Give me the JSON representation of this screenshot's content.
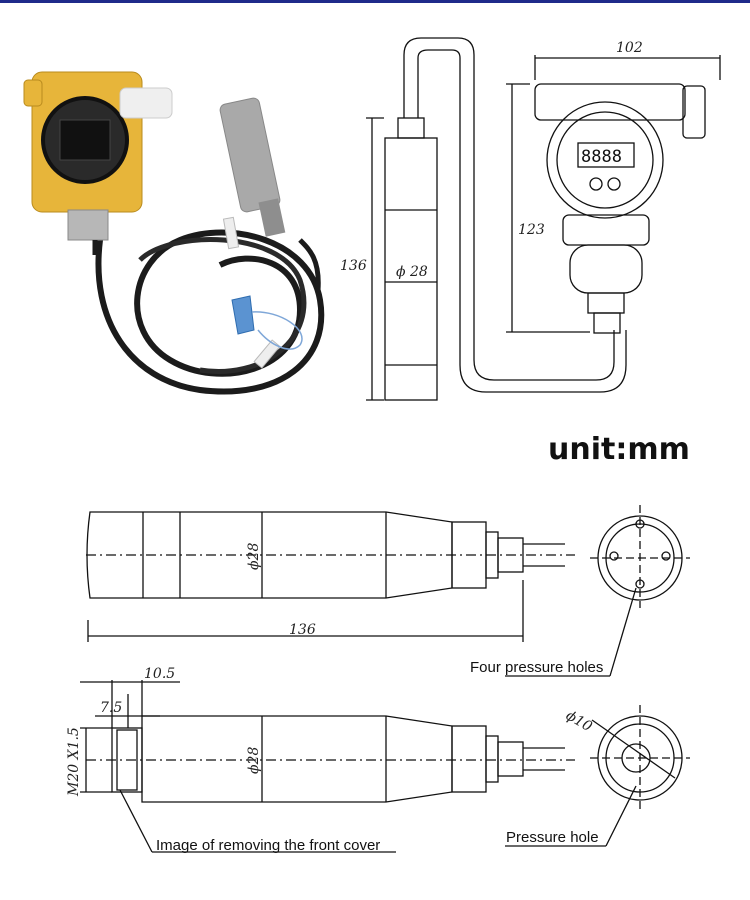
{
  "header": {
    "accent_color": "#1f2a8a"
  },
  "unit_label": "unit:mm",
  "photo": {
    "name": "pressure-transmitter-photo",
    "colors": {
      "housing": "#e7b53a",
      "cable": "#1b1b1b",
      "probe": "#a9a9a9"
    }
  },
  "top_drawing": {
    "width_dim": "102",
    "height_dim": "123",
    "probe_length_dim": "136",
    "probe_diameter_dim": "ϕ 28",
    "display_digits": "8888"
  },
  "side_view_top": {
    "length_dim": "136",
    "diameter_dim": "ϕ28",
    "callout": "Four pressure holes"
  },
  "side_view_bottom": {
    "dim_a": "10.5",
    "dim_b": "7.5",
    "thread_dim": "M20 X1.5",
    "diameter_dim": "ϕ28",
    "end_diameter_dim": "ϕ10",
    "callout_front": "Image of removing the front cover",
    "callout_hole": "Pressure hole"
  }
}
